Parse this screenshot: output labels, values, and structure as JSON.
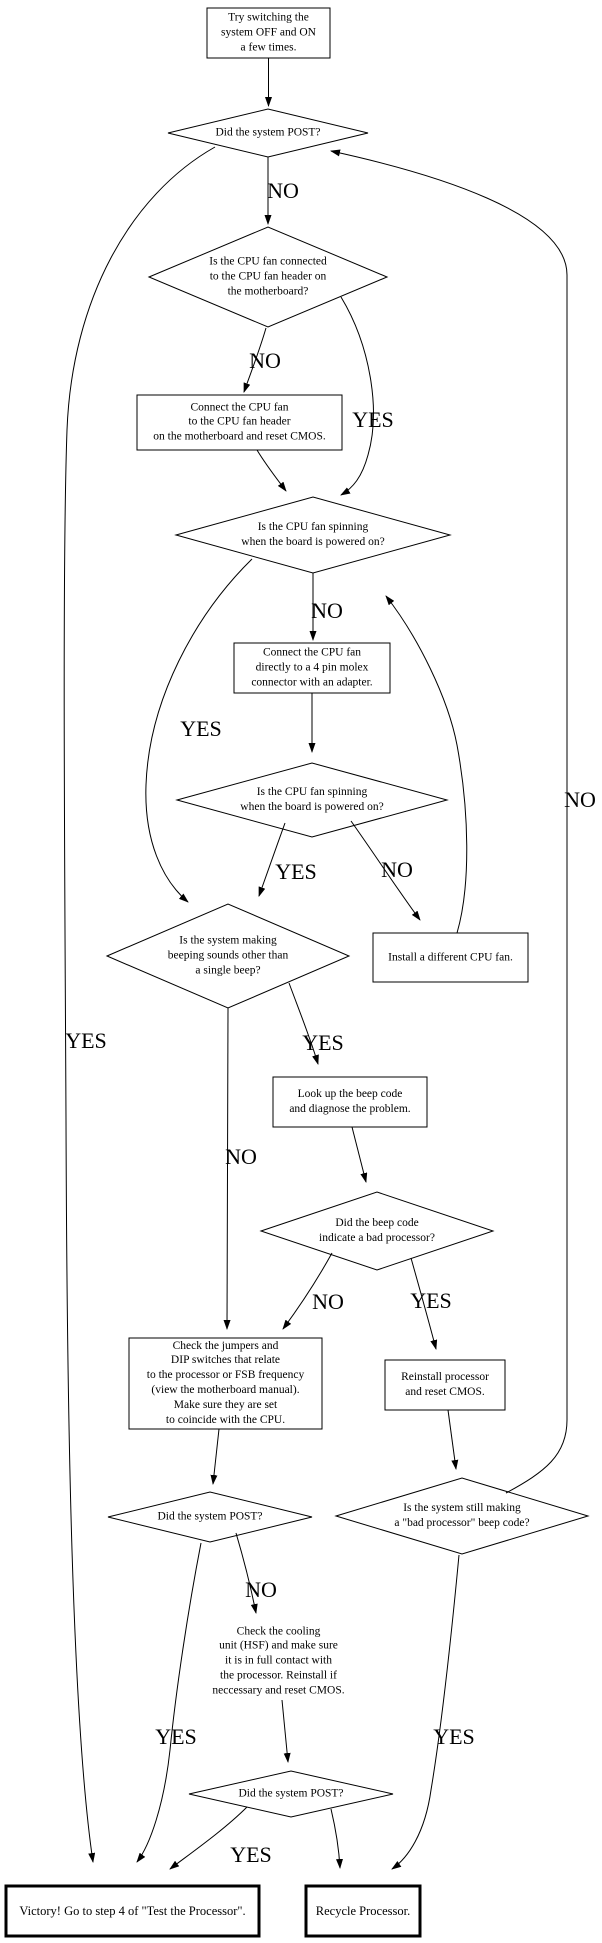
{
  "diagram_title": "CPU / POST troubleshooting flowchart",
  "nodes": {
    "start": {
      "label": "Try switching the\nsystem OFF and ON\na few times."
    },
    "post1": {
      "label": "Did the system POST?"
    },
    "fan_connected": {
      "label": "Is the CPU fan connected\nto the CPU fan header on\nthe motherboard?"
    },
    "connect_header": {
      "label": "Connect the CPU fan\nto the CPU fan header\non the motherboard and reset CMOS."
    },
    "spinning1": {
      "label": "Is the CPU fan spinning\nwhen the board is powered on?"
    },
    "molex": {
      "label": "Connect the CPU fan\ndirectly to a 4 pin molex\nconnector with an adapter."
    },
    "spinning2": {
      "label": "Is the CPU fan spinning\nwhen the board is powered on?"
    },
    "beeping": {
      "label": "Is the system making\nbeeping sounds other than\na single beep?"
    },
    "install_fan": {
      "label": "Install a different CPU fan."
    },
    "lookup": {
      "label": "Look up the beep code\nand diagnose the problem."
    },
    "beepcode": {
      "label": "Did the beep code\nindicate a bad processor?"
    },
    "jumpers": {
      "label": "Check the jumpers and\nDIP switches that relate\nto the processor or FSB frequency\n(view the motherboard manual).\nMake sure they are set\nto coincide with the CPU."
    },
    "reinstall": {
      "label": "Reinstall processor\nand reset CMOS."
    },
    "post2": {
      "label": "Did the system POST?"
    },
    "still_making": {
      "label": "Is the system still making\na \"bad processor\" beep code?"
    },
    "cooling": {
      "label": "Check the cooling\nunit (HSF) and make sure\nit is in full contact with\nthe processor. Reinstall if\nneccessary and reset CMOS."
    },
    "post3": {
      "label": "Did the system POST?"
    },
    "victory": {
      "label": "Victory! Go to step 4 of \"Test the Processor\"."
    },
    "recycle": {
      "label": "Recycle Processor."
    }
  },
  "edge_labels": {
    "post1_no": "NO",
    "post1_yes": "YES",
    "fan_connected_no": "NO",
    "fan_connected_yes": "YES",
    "spinning1_no": "NO",
    "spinning1_yes": "YES",
    "spinning2_yes": "YES",
    "spinning2_no": "NO",
    "beeping_yes": "YES",
    "beeping_no": "NO",
    "beepcode_no": "NO",
    "beepcode_yes": "YES",
    "still_making_no": "NO",
    "still_making_yes": "YES",
    "post2_no": "NO",
    "post2_yes": "YES",
    "post3_yes": "YES"
  },
  "colors": {
    "stroke": "#000000",
    "background": "#ffffff"
  }
}
